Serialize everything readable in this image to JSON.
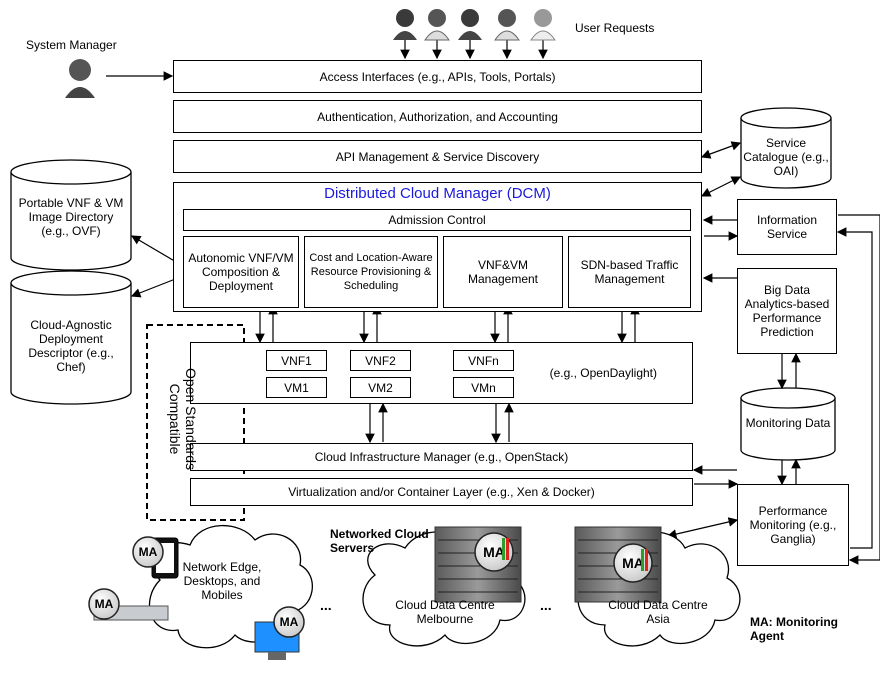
{
  "header": {
    "system_manager": "System Manager",
    "user_requests": "User Requests"
  },
  "stack": {
    "access": "Access Interfaces (e.g., APIs, Tools, Portals)",
    "aaa": "Authentication, Authorization, and Accounting",
    "api": "API Management & Service Discovery"
  },
  "dcm": {
    "title": "Distributed Cloud Manager (DCM)",
    "admission": "Admission Control",
    "modules": [
      "Autonomic VNF/VM Composition & Deployment",
      "Cost and Location-Aware Resource Provisioning & Scheduling",
      "VNF&VM Management",
      "SDN-based Traffic Management"
    ]
  },
  "virtual": {
    "vnfs": [
      "VNF1",
      "VNF2",
      "VNFn"
    ],
    "vms": [
      "VM1",
      "VM2",
      "VMn"
    ],
    "controller": "(e.g., OpenDaylight)"
  },
  "infra": {
    "cim": "Cloud Infrastructure Manager (e.g., OpenStack)",
    "virt": "Virtualization and/or Container Layer (e.g., Xen & Docker)"
  },
  "open_standards": "Open Standards Compatible",
  "left": {
    "vnf_dir": "Portable VNF & VM Image Directory (e.g., OVF)",
    "deploy_desc": "Cloud-Agnostic Deployment Descriptor (e.g., Chef)"
  },
  "right": {
    "catalogue": "Service Catalogue (e.g., OAI)",
    "info": "Information Service",
    "bigdata": "Big Data Analytics-based Performance Prediction",
    "monitoring_data": "Monitoring Data",
    "perf": "Performance Monitoring (e.g., Ganglia)"
  },
  "bottom": {
    "networked": "Networked Cloud Servers",
    "edge": "Network Edge, Desktops, and Mobiles",
    "melbourne": "Cloud Data Centre Melbourne",
    "asia": "Cloud Data Centre Asia",
    "ellipsis": "...",
    "ellipsis2": "...",
    "ma": "MA",
    "ma_legend": "MA: Monitoring Agent"
  }
}
